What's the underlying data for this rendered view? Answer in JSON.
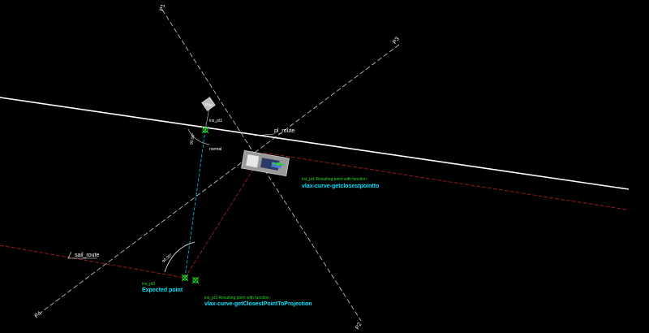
{
  "labels": {
    "p1": "P1",
    "p2": "P2",
    "p3": "P3",
    "p4": "P4",
    "pl_route": "pl_route",
    "sail_route": "sail_route",
    "angle_top": "90.00°",
    "normal": "normal",
    "angle_bottom": "90.00°",
    "pt1_small": "ins_pt1",
    "pt1_note": "ins_pt1 Resulting point with function",
    "fn_closest": "vlax-curve-getclosestpointto",
    "pt2_small": "ins_pt2",
    "expected": "Expected point",
    "pt3_note": "ins_pt2 Resulting point with function",
    "fn_projection": "vlax-curve-getClosestPointToProjection",
    "box_tag": "Pos"
  },
  "colors": {
    "background": "#000000",
    "construction_line": "#cfcfcf",
    "pl_route": "#ffffff",
    "sail_route": "#8a1c1c",
    "projection_line": "#00c8e8",
    "marker": "#22dd22",
    "annotation_green": "#22dd22",
    "annotation_cyan": "#00e5ff"
  },
  "icons": [
    "vessel-icon",
    "position-tag-icon"
  ]
}
